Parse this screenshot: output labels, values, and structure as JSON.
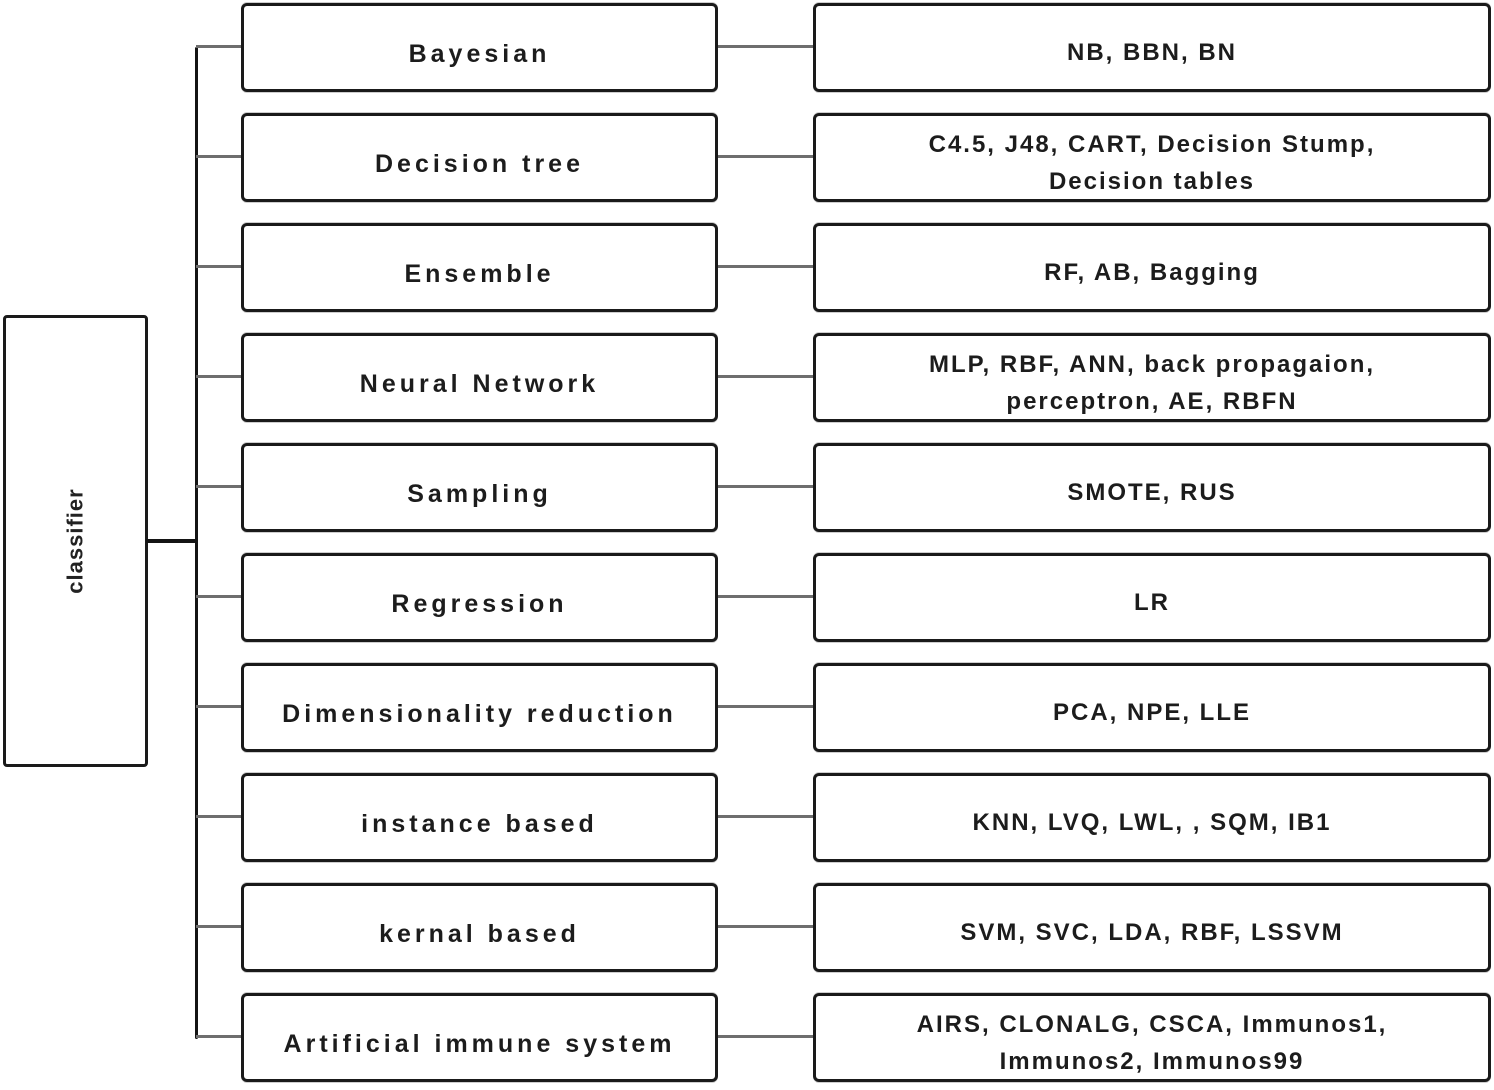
{
  "diagram": {
    "root": {
      "label": "classifier"
    },
    "rows": [
      {
        "category": "Bayesian",
        "algorithms": "NB, BBN, BN"
      },
      {
        "category": "Decision tree",
        "algorithms": "C4.5, J48, CART, Decision Stump,\nDecision tables"
      },
      {
        "category": "Ensemble",
        "algorithms": "RF, AB, Bagging"
      },
      {
        "category": "Neural Network",
        "algorithms": "MLP, RBF, ANN, back propagaion,\nperceptron, AE, RBFN"
      },
      {
        "category": "Sampling",
        "algorithms": "SMOTE, RUS"
      },
      {
        "category": "Regression",
        "algorithms": "LR"
      },
      {
        "category": "Dimensionality reduction",
        "algorithms": "PCA, NPE, LLE"
      },
      {
        "category": "instance based",
        "algorithms": "KNN, LVQ, LWL, , SQM, IB1"
      },
      {
        "category": "kernal based",
        "algorithms": "SVM, SVC, LDA, RBF, LSSVM"
      },
      {
        "category": "Artificial immune system",
        "algorithms": "AIRS, CLONALG, CSCA, Immunos1,\nImmunos2, Immunos99"
      }
    ],
    "colors": {
      "background": "#ffffff",
      "box_border": "#1a1a1a",
      "trunk_line": "#141414",
      "branch_line": "#6e6e6e",
      "text": "#1c1c1c"
    }
  }
}
